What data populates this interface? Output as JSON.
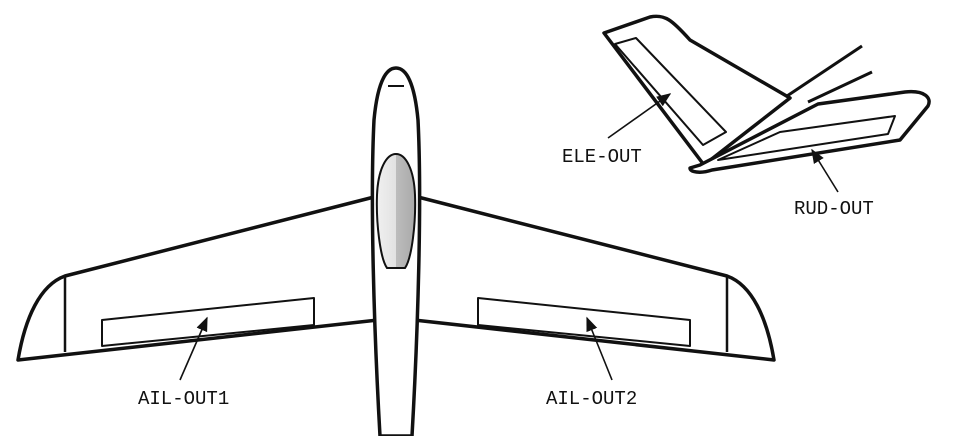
{
  "labels": {
    "ail_out1": "AIL-OUT1",
    "ail_out2": "AIL-OUT2",
    "ele_out": "ELE-OUT",
    "rud_out": "RUD-OUT"
  },
  "colors": {
    "stroke": "#111111",
    "canopy_light": "#e6e6e6",
    "canopy_dark": "#bdbdbd"
  }
}
